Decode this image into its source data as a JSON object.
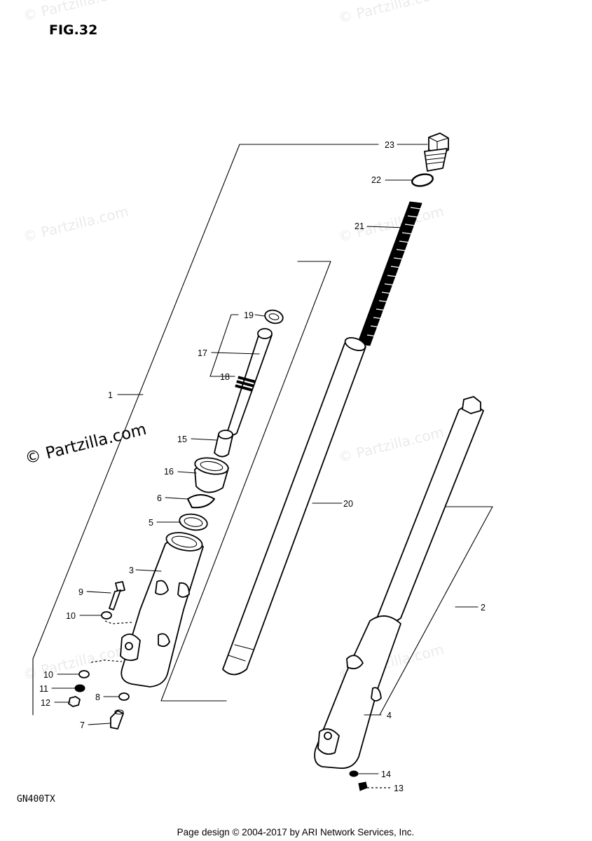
{
  "figure_label": "FIG.32",
  "model": "GN400TX",
  "footer": "Page design © 2004-2017 by ARI Network Services, Inc.",
  "watermark_main": "© Partzilla.com",
  "watermark_faint": "© Partzilla.com",
  "callouts": [
    {
      "id": "23",
      "text": "23"
    },
    {
      "id": "22",
      "text": "22"
    },
    {
      "id": "21",
      "text": "21"
    },
    {
      "id": "19",
      "text": "19"
    },
    {
      "id": "17",
      "text": "17"
    },
    {
      "id": "18",
      "text": "18"
    },
    {
      "id": "1",
      "text": "1"
    },
    {
      "id": "15",
      "text": "15"
    },
    {
      "id": "16",
      "text": "16"
    },
    {
      "id": "6",
      "text": "6"
    },
    {
      "id": "5",
      "text": "5"
    },
    {
      "id": "20",
      "text": "20"
    },
    {
      "id": "3",
      "text": "3"
    },
    {
      "id": "9",
      "text": "9"
    },
    {
      "id": "10a",
      "text": "10"
    },
    {
      "id": "2",
      "text": "2"
    },
    {
      "id": "10b",
      "text": "10"
    },
    {
      "id": "11",
      "text": "11"
    },
    {
      "id": "12",
      "text": "12"
    },
    {
      "id": "8",
      "text": "8"
    },
    {
      "id": "4",
      "text": "4"
    },
    {
      "id": "7",
      "text": "7"
    },
    {
      "id": "14",
      "text": "14"
    },
    {
      "id": "13",
      "text": "13"
    }
  ]
}
